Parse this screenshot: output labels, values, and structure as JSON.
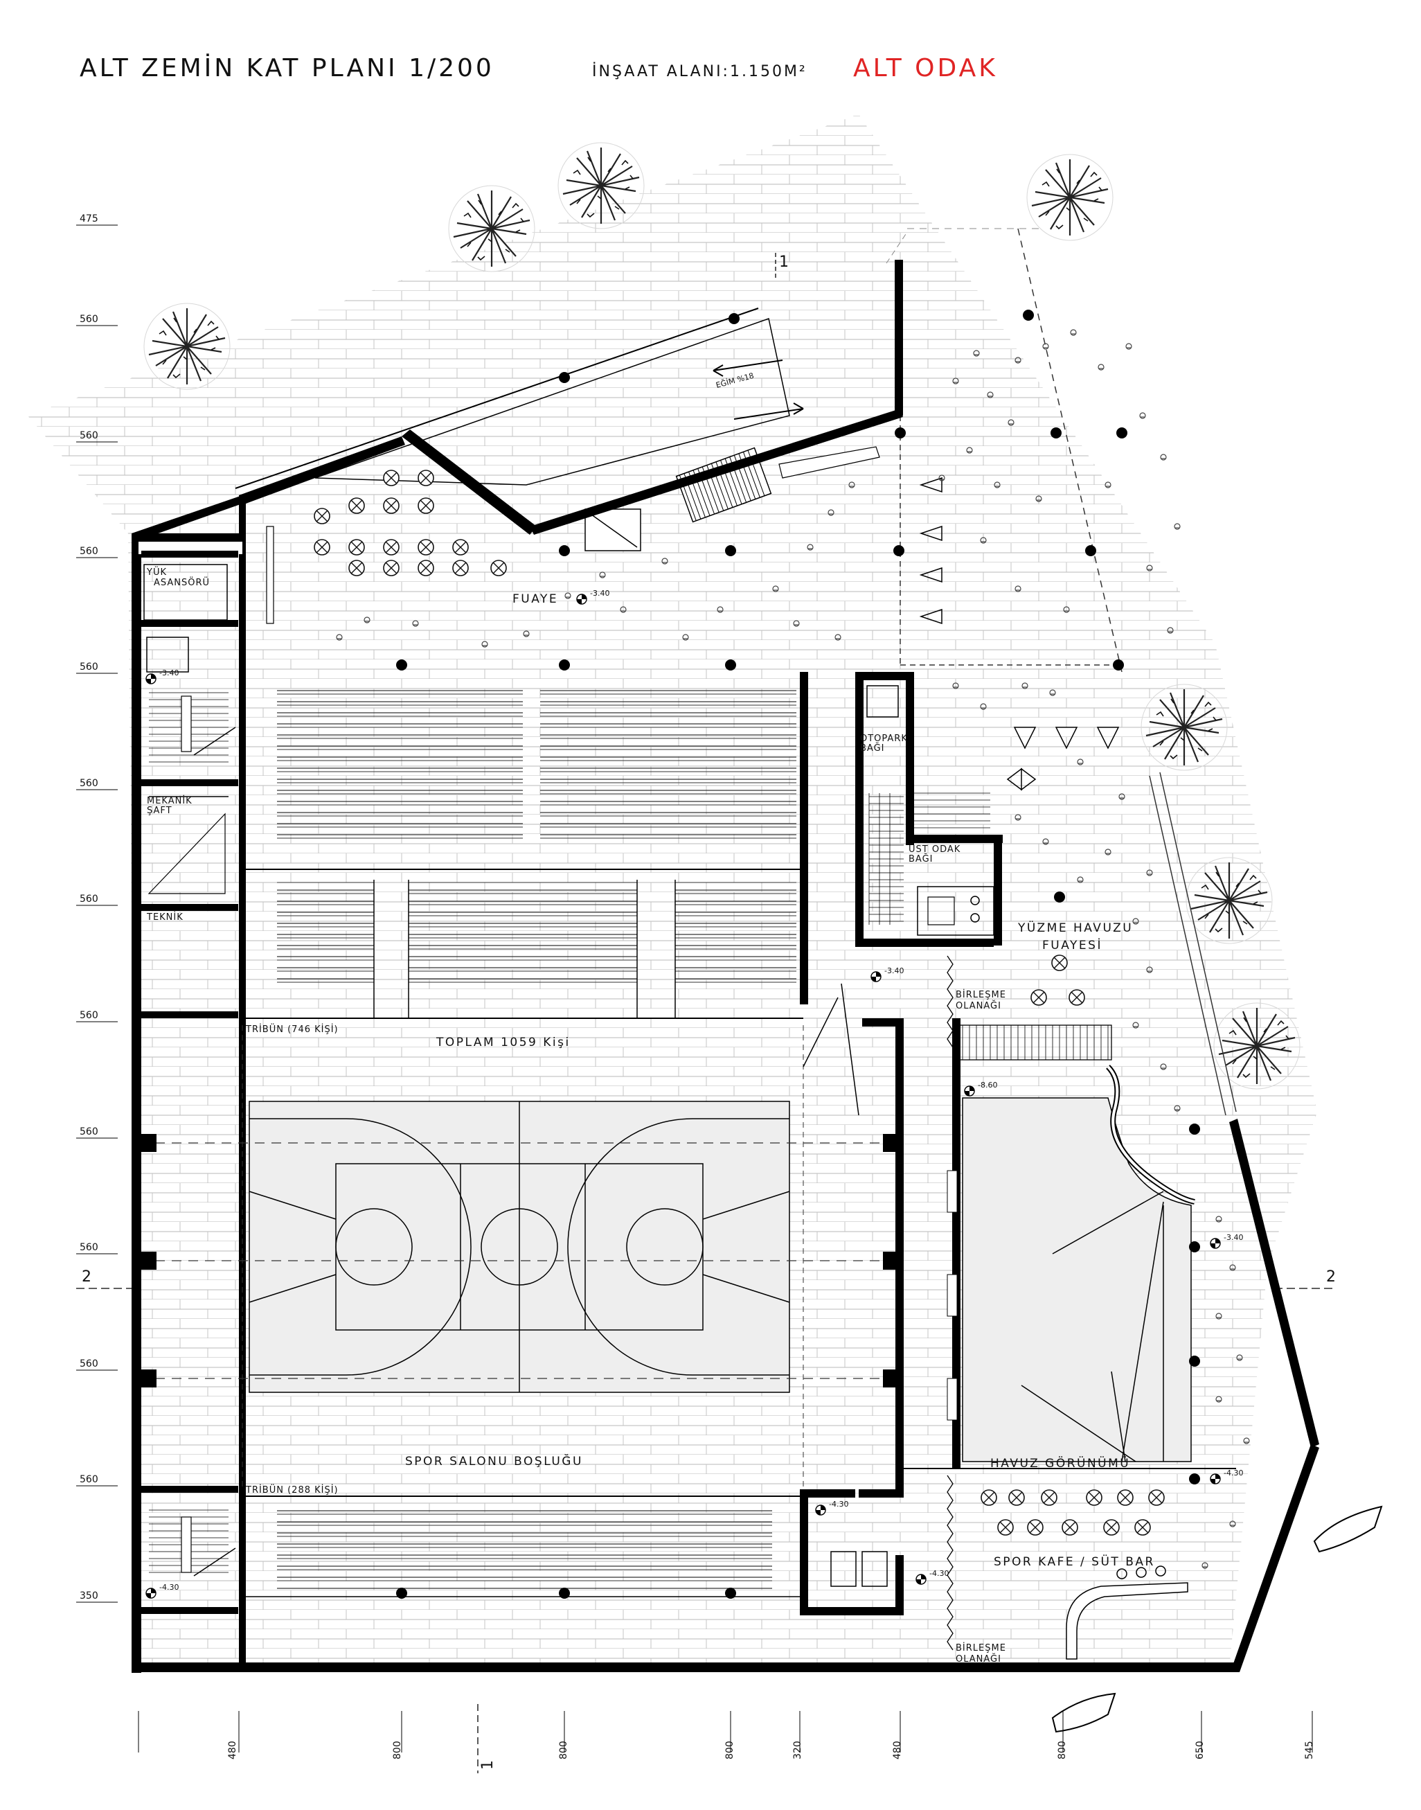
{
  "title": {
    "main": "ALT ZEMİN KAT PLANI 1/200",
    "area": "İNŞAAT ALANI:1.150M²",
    "accent": "ALT ODAK",
    "accent_color": "#e02424"
  },
  "rooms": {
    "fuaye": "FUAYE",
    "yuk_asansoru_1": "YÜK",
    "yuk_asansoru_2": "ASANSÖRÜ",
    "mekanik_1": "MEKANİK",
    "mekanik_2": "ŞAFT",
    "teknik": "TEKNİK",
    "otopark_1": "OTOPARK",
    "otopark_2": "BAĞI",
    "ust_odak_1": "ÜST ODAK",
    "ust_odak_2": "BAĞI",
    "yuzme_1": "YÜZME HAVUZU",
    "yuzme_2": "FUAYESİ",
    "birlesme_top_1": "BİRLEŞME",
    "birlesme_top_2": "OLANAĞI",
    "tribun_top": "TRİBÜN (746 KİŞİ)",
    "toplam": "TOPLAM 1059 Kişi",
    "spor_salonu": "SPOR SALONU BOŞLUĞU",
    "tribun_bottom": "TRİBÜN (288 KİŞİ)",
    "havuz": "HAVUZ GÖRÜNÜMÜ",
    "kafe": "SPOR KAFE / SÜT BAR",
    "birlesme_bot_1": "BİRLEŞME",
    "birlesme_bot_2": "OLANAĞI",
    "egim": "EĞİM %18"
  },
  "levels": {
    "fuaye": "-3.40",
    "stair_top": "-3.40",
    "mid": "-3.40",
    "pool": "-8.60",
    "right": "-3.40",
    "cafe_right": "-4.30",
    "cafe_left": "-4.30",
    "cafe_mid": "-4.30",
    "stair_bottom": "-4.30"
  },
  "section_marks": {
    "left": "2",
    "right": "2",
    "top": "1",
    "bottom": "1"
  },
  "left_dims": [
    "475",
    "560",
    "560",
    "560",
    "560",
    "560",
    "560",
    "560",
    "560",
    "560",
    "560",
    "560",
    "350"
  ],
  "bottom_dims": [
    "480",
    "800",
    "800",
    "800",
    "320",
    "480",
    "800",
    "650",
    "545"
  ]
}
